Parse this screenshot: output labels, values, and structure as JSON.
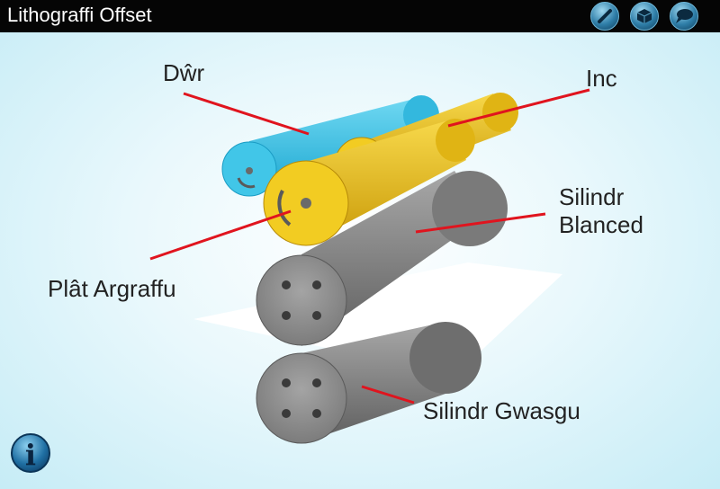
{
  "header": {
    "title": "Lithograffi Offset"
  },
  "toolbar": {
    "icons": [
      "pencil-icon",
      "cube-icon",
      "speech-bubble-icon"
    ]
  },
  "labels": {
    "water": "Dŵr",
    "ink": "Inc",
    "blanket_line1": "Silindr",
    "blanket_line2": "Blanced",
    "plate": "Plât Argraffu",
    "impression": "Silindr Gwasgu"
  },
  "info_button": {
    "glyph": "i",
    "icon": "info-icon"
  },
  "colors": {
    "water_roller": "#3cc4e6",
    "ink_roller": "#f0c81c",
    "cylinder": "#8c8c8c",
    "leader_line": "#e0141e",
    "titlebar": "#050505"
  }
}
